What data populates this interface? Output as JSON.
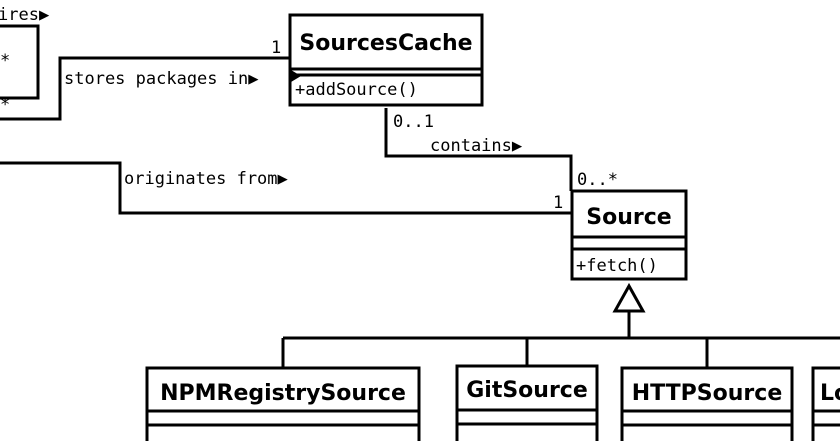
{
  "classes": {
    "sources_cache": {
      "name": "SourcesCache",
      "method": "+addSource()"
    },
    "source": {
      "name": "Source",
      "method": "+fetch()"
    },
    "npm_registry_source": {
      "name": "NPMRegistrySource"
    },
    "git_source": {
      "name": "GitSource"
    },
    "http_source": {
      "name": "HTTPSource"
    },
    "partial_source": {
      "name": "Lo"
    }
  },
  "associations": {
    "requires": {
      "label": "ires▶",
      "mult_far": "*",
      "mult_far2": "*"
    },
    "stores": {
      "label": "stores packages in▶",
      "mult_cache": "1"
    },
    "contains": {
      "label": "contains▶",
      "mult_cache": "0..1",
      "mult_source": "0..*"
    },
    "originates": {
      "label": "originates from▶",
      "mult_source": "1"
    }
  }
}
